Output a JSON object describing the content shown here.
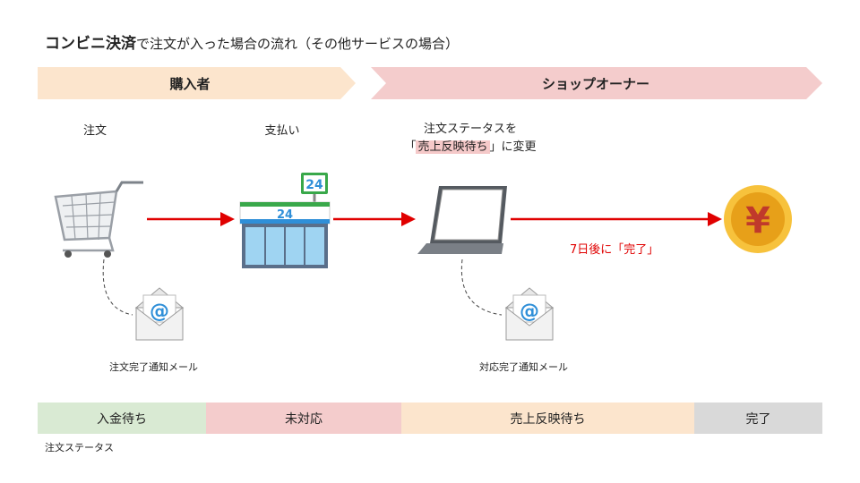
{
  "title": {
    "bold": "コンビニ決済",
    "rest": "で注文が入った場合の流れ（その他サービスの場合）"
  },
  "bands": {
    "buyer": "購入者",
    "owner": "ショップオーナー"
  },
  "steps": {
    "order": "注文",
    "payment": "支払い",
    "status_change": {
      "line1": "注文ステータスを",
      "bracket_open": "「",
      "highlight": "売上反映待ち",
      "bracket_close": "」に変更"
    }
  },
  "store_sign": "24",
  "completion_note": "7日後に「完了」",
  "emails": {
    "order_complete": "注文完了通知メール",
    "handling_complete": "対応完了通知メール"
  },
  "yen_symbol": "¥",
  "statuses": [
    {
      "label": "入金待ち",
      "color": "#d9ead3"
    },
    {
      "label": "未対応",
      "color": "#f4cccc"
    },
    {
      "label": "売上反映待ち",
      "color": "#fce5cd"
    },
    {
      "label": "完了",
      "color": "#d9d9d9"
    }
  ],
  "status_caption": "注文ステータス",
  "colors": {
    "buyer_band": "#fce5cd",
    "owner_band": "#f4cccc",
    "arrow": "#e00000",
    "accent_blue": "#2f8fd8",
    "store_green": "#39a84a"
  }
}
